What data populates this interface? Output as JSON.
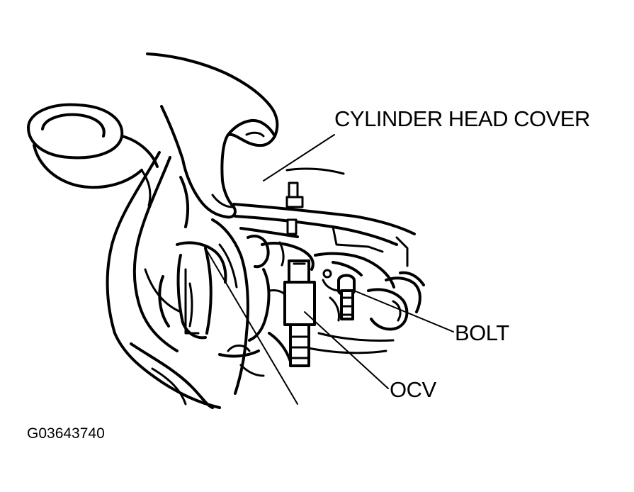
{
  "labels": {
    "cylinder_head_cover": "CYLINDER HEAD COVER",
    "bolt": "BOLT",
    "ocv": "OCV",
    "figure_id": "G03643740"
  },
  "colors": {
    "ink": "#000000",
    "paper": "#ffffff"
  },
  "icons": {
    "hand": "hand-icon",
    "engine": "engine-assembly-icon",
    "bolt": "bolt-icon",
    "ocv": "oil-control-valve-icon"
  }
}
